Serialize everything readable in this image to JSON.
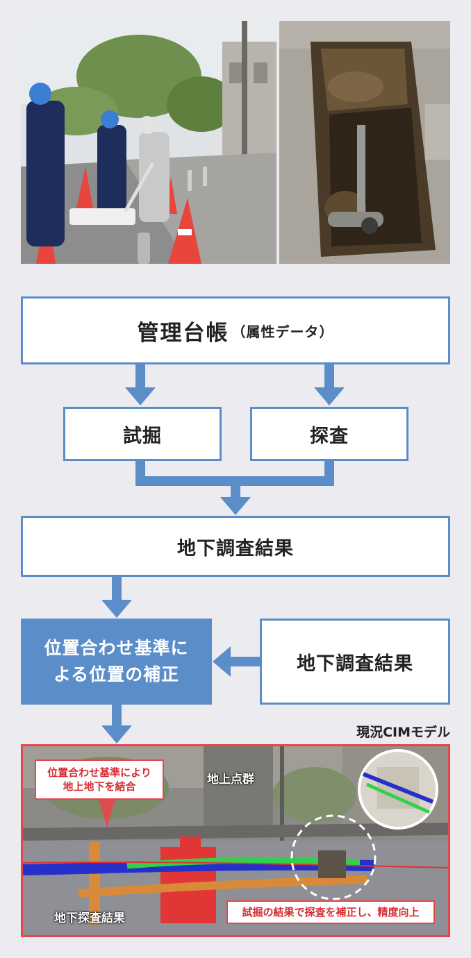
{
  "flow": {
    "ledger_title": "管理台帳",
    "ledger_sub": "（属性データ）",
    "trial_dig": "試掘",
    "survey": "探査",
    "result_main": "地下調査結果",
    "correction_line1": "位置合わせ基準に",
    "correction_line2": "よる位置の補正",
    "result_side": "地下調査結果"
  },
  "model": {
    "title": "現況CIMモデル",
    "callout_top_line1": "位置合わせ基準により",
    "callout_top_line2": "地上地下を結合",
    "label_above": "地上点群",
    "label_below": "地下探査結果",
    "callout_bottom": "試掘の結果で探査を補正し、精度向上"
  },
  "colors": {
    "accent": "#5b8ec9",
    "callout_red": "#e8454b",
    "background": "#ebebf0"
  }
}
